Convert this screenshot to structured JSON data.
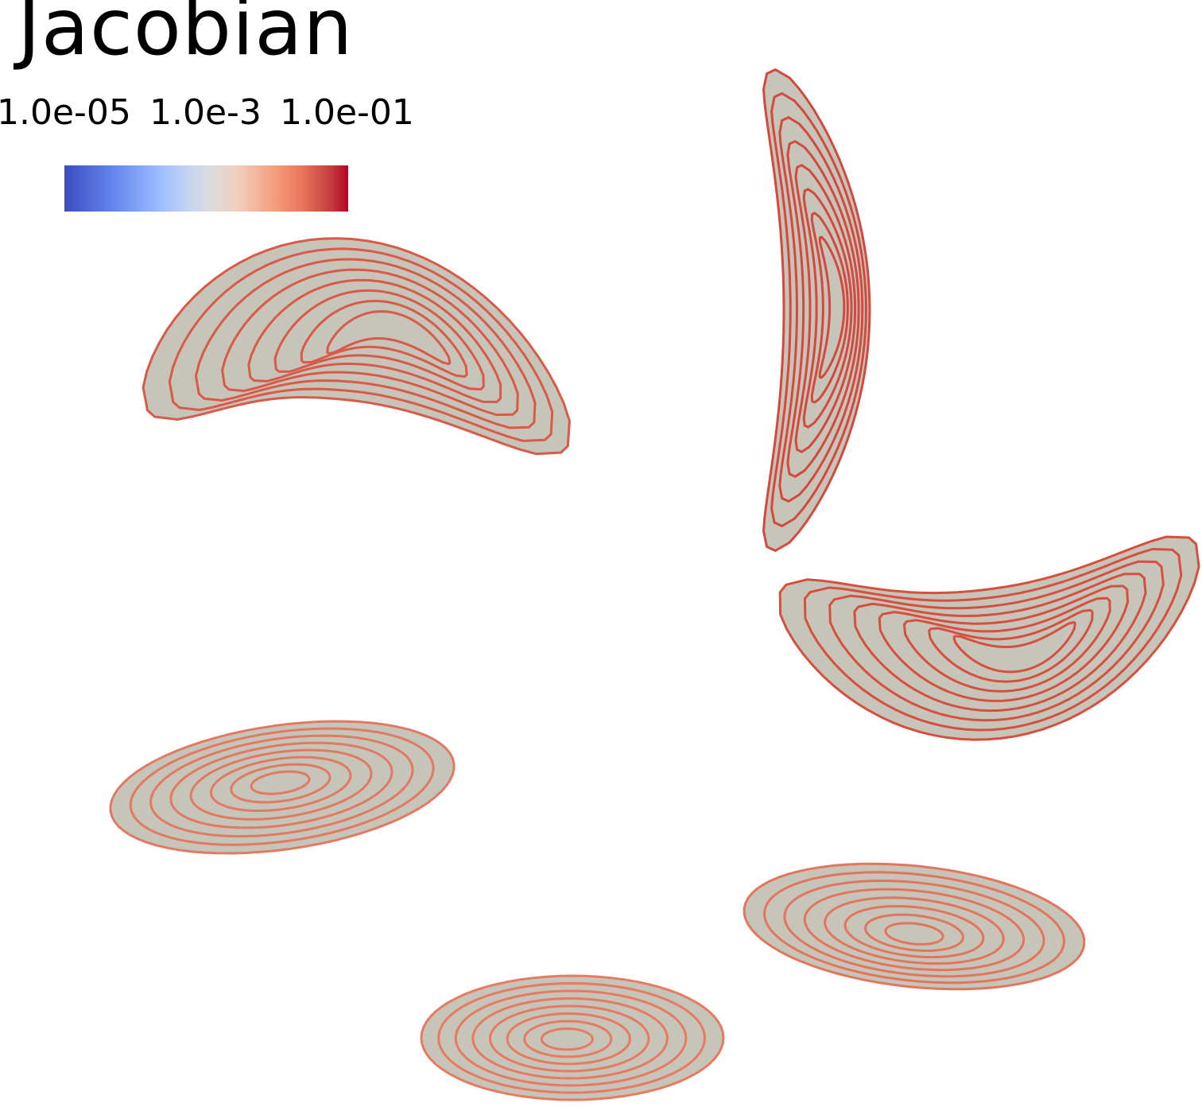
{
  "legend": {
    "title": "Jacobian",
    "tick_labels": [
      "1.0e-05",
      "1.0e-3",
      "1.0e-01"
    ],
    "colormap": [
      "#3b4cc0",
      "#9abbff",
      "#dddcdc",
      "#f49a7b",
      "#b40426"
    ]
  },
  "shape_fill": "#c7c4ba",
  "shapes": [
    {
      "name": "banana-top-left",
      "contours": 8,
      "stroke_color": "#d85a48"
    },
    {
      "name": "crescent-top-right",
      "contours": 8,
      "stroke_color": "#d3493e"
    },
    {
      "name": "banana-mid-right",
      "contours": 8,
      "stroke_color": "#d6503f"
    },
    {
      "name": "ellipse-mid-left",
      "contours": 8,
      "stroke_color": "#e07a62"
    },
    {
      "name": "ellipse-bottom-right",
      "contours": 8,
      "stroke_color": "#e2765d"
    },
    {
      "name": "ellipse-bottom-center",
      "contours": 8,
      "stroke_color": "#e67b62"
    }
  ]
}
